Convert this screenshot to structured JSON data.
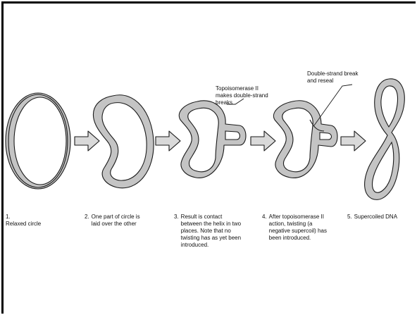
{
  "figure": {
    "steps": [
      {
        "number": "1.",
        "label": "Relaxed circle"
      },
      {
        "number": "2.",
        "label": "One part of circle is\nlaid over the other"
      },
      {
        "number": "3.",
        "label": "Result is contact\nbetween the helix in two\nplaces.  Note that no\ntwisting has as yet been\nintroduced."
      },
      {
        "number": "4.",
        "label": "After topoisomerase II\naction, twisting (a\nnegative supercoil) has\nbeen introduced."
      },
      {
        "number": "5.",
        "label": "Supercoiled DNA"
      }
    ],
    "callouts": [
      {
        "text": "Topoisomerase II\nmakes double-strand\nbreaks"
      },
      {
        "text": "Double-strand break\nand reseal"
      }
    ]
  },
  "colors": {
    "ribbon_fill": "#c4c4c4",
    "ribbon_stroke": "#1a1a1a",
    "arrow_fill": "#d9d9d9",
    "frame": "#000000"
  }
}
